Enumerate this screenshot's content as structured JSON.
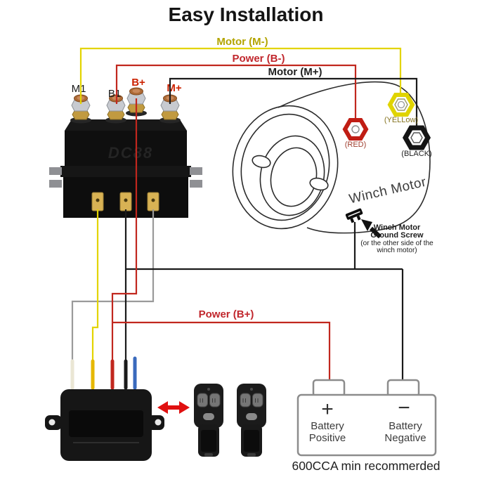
{
  "title": "Easy Installation",
  "solenoid": {
    "terminal_m1": "M1",
    "terminal_b1": "B1",
    "terminal_b_plus": "B+",
    "terminal_m_plus": "M+",
    "embossed_text": "DC88"
  },
  "wire_labels": {
    "motor_m_minus": "Motor (M-)",
    "power_b_minus": "Power (B-)",
    "motor_m_plus": "Motor (M+)",
    "power_b_plus": "Power (B+)"
  },
  "motor": {
    "name": "Winch Motor",
    "terminal_yellow": "(YELLow)",
    "terminal_red": "(RED)",
    "terminal_black": "(BLACK)",
    "ground_note_line1": "Winch Motor",
    "ground_note_line2": "Ground Screw",
    "ground_note_line3": "(or the other side of the",
    "ground_note_line4": "winch motor)"
  },
  "battery": {
    "positive_symbol": "+",
    "negative_symbol": "−",
    "positive_line1": "Battery",
    "positive_line2": "Positive",
    "negative_line1": "Battery",
    "negative_line2": "Negative",
    "note": "600CCA min recommerded"
  },
  "colors": {
    "yellow_wire": "#e3d400",
    "red_wire": "#c1271e",
    "black_wire": "#1a1a1a",
    "grey_wire": "#9a9a9a",
    "blue_wire": "#3a6abd",
    "white_wire": "#eae6d4",
    "label_yellow": "#b3a400",
    "label_red": "#c1272d",
    "arrow_red": "#e01010"
  }
}
